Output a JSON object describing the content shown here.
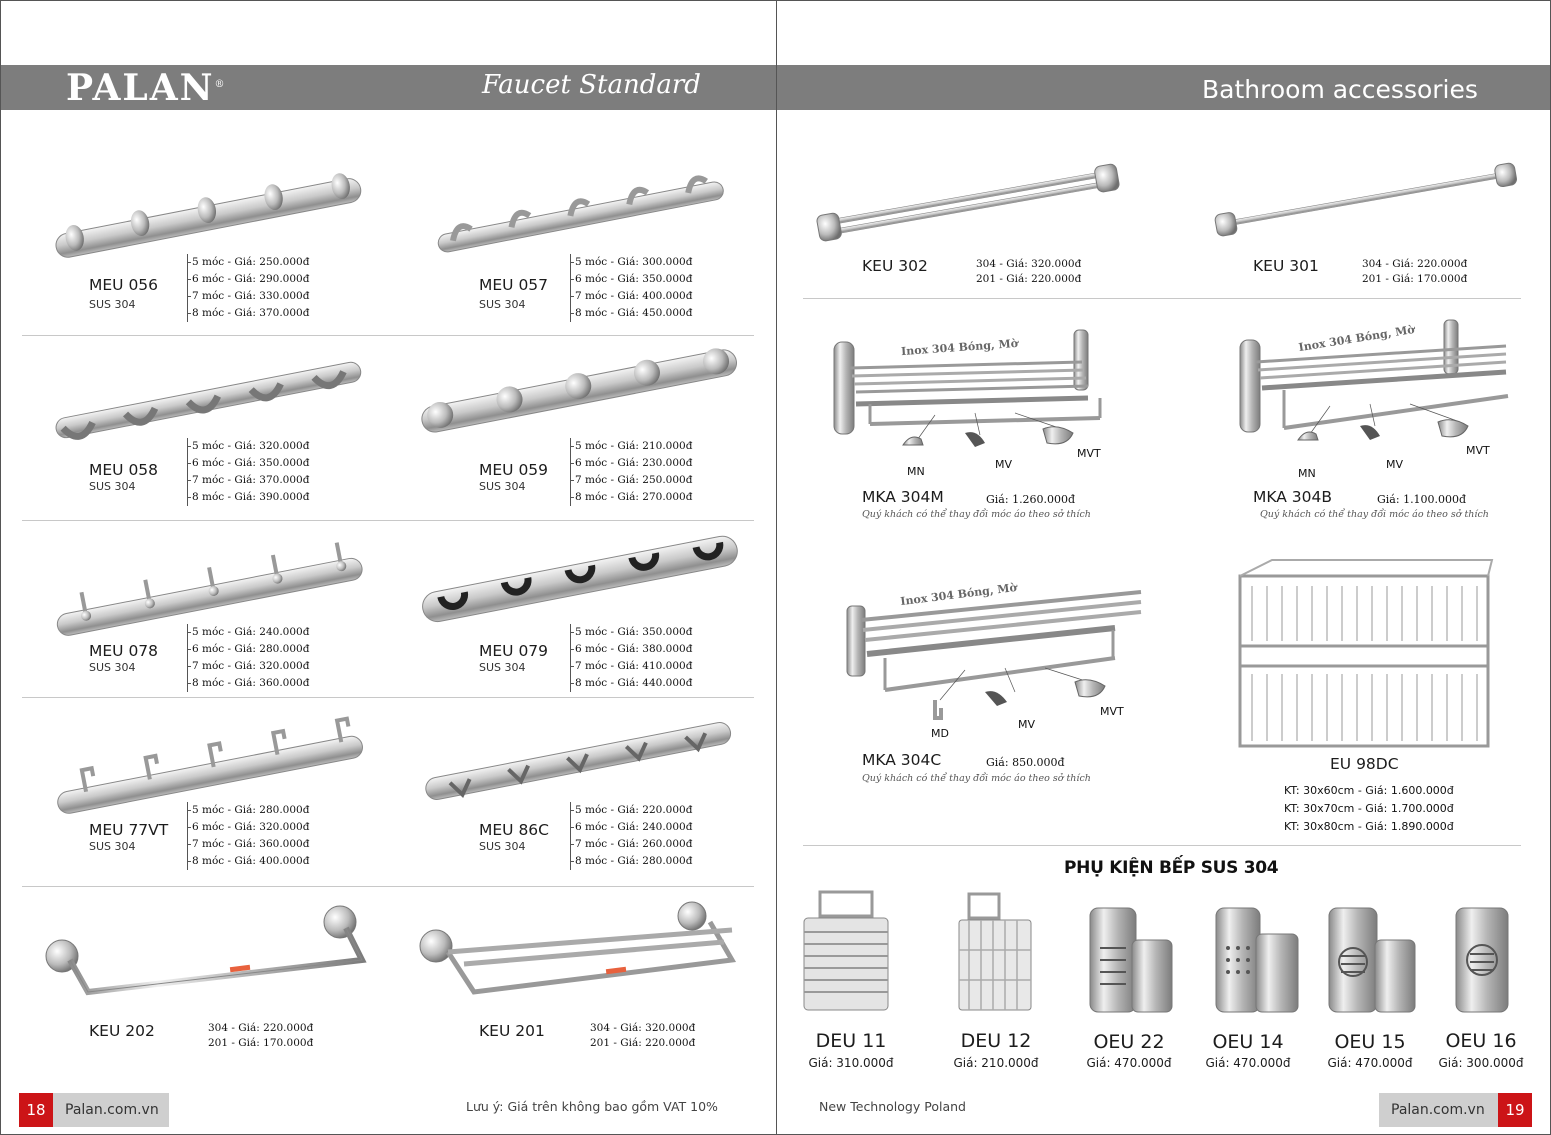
{
  "header": {
    "logo": "PALAN",
    "logo_mark": "®",
    "left_title": "Faucet Standard",
    "right_title": "Bathroom accessories"
  },
  "footer": {
    "left_page": "18",
    "right_page": "19",
    "site": "Palan.com.vn",
    "note": "Lưu ý: Giá trên không bao gồm VAT 10%",
    "tagline": "New Technology Poland"
  },
  "hooks": [
    {
      "name": "MEU 056",
      "mat": "SUS 304",
      "prices": [
        "5 móc - Giá: 250.000đ",
        "6 móc - Giá: 290.000đ",
        "7 móc - Giá: 330.000đ",
        "8 móc - Giá: 370.000đ"
      ]
    },
    {
      "name": "MEU 057",
      "mat": "SUS 304",
      "prices": [
        "5 móc - Giá: 300.000đ",
        "6 móc - Giá: 350.000đ",
        "7 móc - Giá: 400.000đ",
        "8 móc - Giá: 450.000đ"
      ]
    },
    {
      "name": "MEU 058",
      "mat": "SUS 304",
      "prices": [
        "5 móc - Giá: 320.000đ",
        "6 móc - Giá: 350.000đ",
        "7 móc - Giá: 370.000đ",
        "8 móc - Giá: 390.000đ"
      ]
    },
    {
      "name": "MEU 059",
      "mat": "SUS 304",
      "prices": [
        "5 móc - Giá: 210.000đ",
        "6 móc - Giá: 230.000đ",
        "7 móc - Giá: 250.000đ",
        "8 móc - Giá: 270.000đ"
      ]
    },
    {
      "name": "MEU 078",
      "mat": "SUS 304",
      "prices": [
        "5 móc - Giá: 240.000đ",
        "6 móc - Giá: 280.000đ",
        "7 móc - Giá: 320.000đ",
        "8 móc - Giá: 360.000đ"
      ]
    },
    {
      "name": "MEU 079",
      "mat": "SUS 304",
      "prices": [
        "5 móc - Giá: 350.000đ",
        "6 móc - Giá: 380.000đ",
        "7 móc - Giá: 410.000đ",
        "8 móc - Giá: 440.000đ"
      ]
    },
    {
      "name": "MEU 77VT",
      "mat": "SUS 304",
      "prices": [
        "5 móc - Giá: 280.000đ",
        "6 móc - Giá: 320.000đ",
        "7 móc - Giá: 360.000đ",
        "8 móc - Giá: 400.000đ"
      ]
    },
    {
      "name": "MEU 86C",
      "mat": "SUS 304",
      "prices": [
        "5 móc - Giá: 220.000đ",
        "6 móc - Giá: 240.000đ",
        "7 móc - Giá: 260.000đ",
        "8 móc - Giá: 280.000đ"
      ]
    }
  ],
  "bars": [
    {
      "name": "KEU 202",
      "prices": [
        "304 - Giá: 220.000đ",
        "201 - Giá: 170.000đ"
      ]
    },
    {
      "name": "KEU 201",
      "prices": [
        "304 - Giá: 320.000đ",
        "201 - Giá: 220.000đ"
      ]
    },
    {
      "name": "KEU 302",
      "prices": [
        "304 - Giá: 320.000đ",
        "201 - Giá: 220.000đ"
      ]
    },
    {
      "name": "KEU 301",
      "prices": [
        "304 - Giá: 220.000đ",
        "201 - Giá: 170.000đ"
      ]
    }
  ],
  "racks": [
    {
      "name": "MKA 304M",
      "price": "Giá: 1.260.000đ",
      "note": "Quý khách có thể thay đổi móc áo theo sở thích",
      "tag": "Inox 304 Bóng, Mờ",
      "labels": [
        "MN",
        "MV",
        "MVT"
      ]
    },
    {
      "name": "MKA 304B",
      "price": "Giá: 1.100.000đ",
      "note": "Quý khách có thể thay đổi móc áo theo sở thích",
      "tag": "Inox 304 Bóng, Mờ",
      "labels": [
        "MN",
        "MV",
        "MVT"
      ]
    },
    {
      "name": "MKA 304C",
      "price": "Giá: 850.000đ",
      "note": "Quý khách có thể thay đổi móc áo theo sở thích",
      "tag": "Inox 304 Bóng, Mờ",
      "labels": [
        "MD",
        "MV",
        "MVT"
      ]
    }
  ],
  "dish": {
    "name": "EU 98DC",
    "sizes": [
      "KT: 30x60cm - Giá: 1.600.000đ",
      "KT: 30x70cm - Giá: 1.700.000đ",
      "KT: 30x80cm - Giá: 1.890.000đ"
    ]
  },
  "kitchen": {
    "title": "PHỤ KIỆN BẾP SUS 304",
    "items": [
      {
        "name": "DEU 11",
        "price": "Giá: 310.000đ"
      },
      {
        "name": "DEU 12",
        "price": "Giá: 210.000đ"
      },
      {
        "name": "OEU 22",
        "price": "Giá: 470.000đ"
      },
      {
        "name": "OEU 14",
        "price": "Giá: 470.000đ"
      },
      {
        "name": "OEU 15",
        "price": "Giá: 470.000đ"
      },
      {
        "name": "OEU 16",
        "price": "Giá: 300.000đ"
      }
    ]
  },
  "colors": {
    "header_bar": "#7d7d7d",
    "page_number_bg": "#cc1417",
    "url_bg": "#cfcfcf"
  }
}
